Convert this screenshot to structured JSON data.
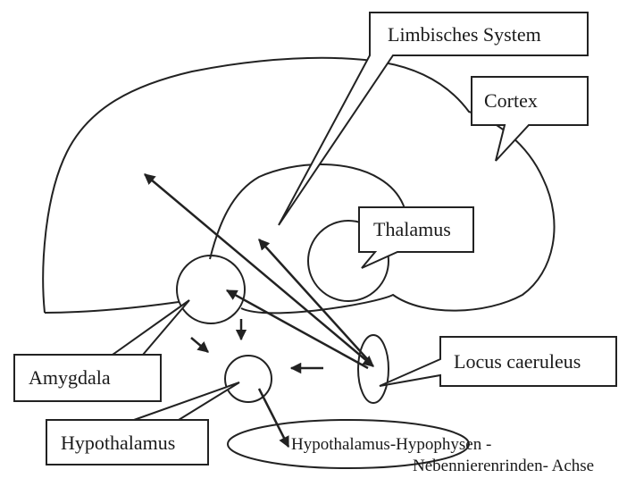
{
  "labels": {
    "limbisches_system": "Limbisches System",
    "cortex": "Cortex",
    "thalamus": "Thalamus",
    "amygdala": "Amygdala",
    "hypothalamus": "Hypothalamus",
    "locus_caeruleus": "Locus caeruleus",
    "hpa_line1": "Hypothalamus-Hypophysen -",
    "hpa_line2": "Nebennierenrinden- Achse"
  }
}
